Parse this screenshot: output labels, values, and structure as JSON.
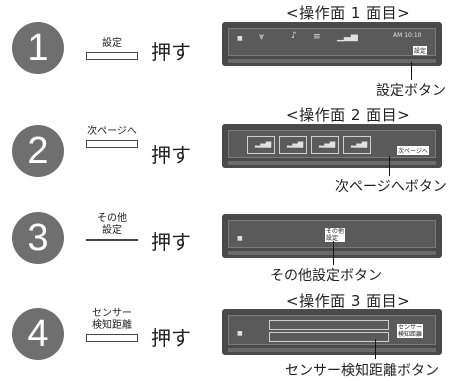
{
  "steps": [
    {
      "number": "1",
      "button_lines": [
        "設定"
      ],
      "action": "押す"
    },
    {
      "number": "2",
      "button_lines": [
        "次ページへ"
      ],
      "action": "押す"
    },
    {
      "number": "3",
      "button_lines": [
        "その他",
        "設定"
      ],
      "action": "押す"
    },
    {
      "number": "4",
      "button_lines": [
        "センサー",
        "検知距離"
      ],
      "action": "押す"
    }
  ],
  "headings": {
    "screen1": "<操作面 1 面目>",
    "screen2": "<操作面 2 面目>",
    "screen3": "<操作面 3 面目>"
  },
  "panel_labels": {
    "p1_clock": "AM 10:10",
    "p1_button": "設定",
    "p2_button": "次ページへ",
    "p3_button_line1": "その他",
    "p3_button_line2": "設定",
    "p4_button_line1": "センサー",
    "p4_button_line2": "検知距離"
  },
  "callouts": {
    "settings_button": "設定ボタン",
    "next_page_button": "次ページへボタン",
    "other_settings_button": "その他設定ボタン",
    "sensor_distance_button": "センサー検知距離ボタン"
  },
  "colors": {
    "circle": "#6f6f6f",
    "panel": "#4a4a4a"
  }
}
